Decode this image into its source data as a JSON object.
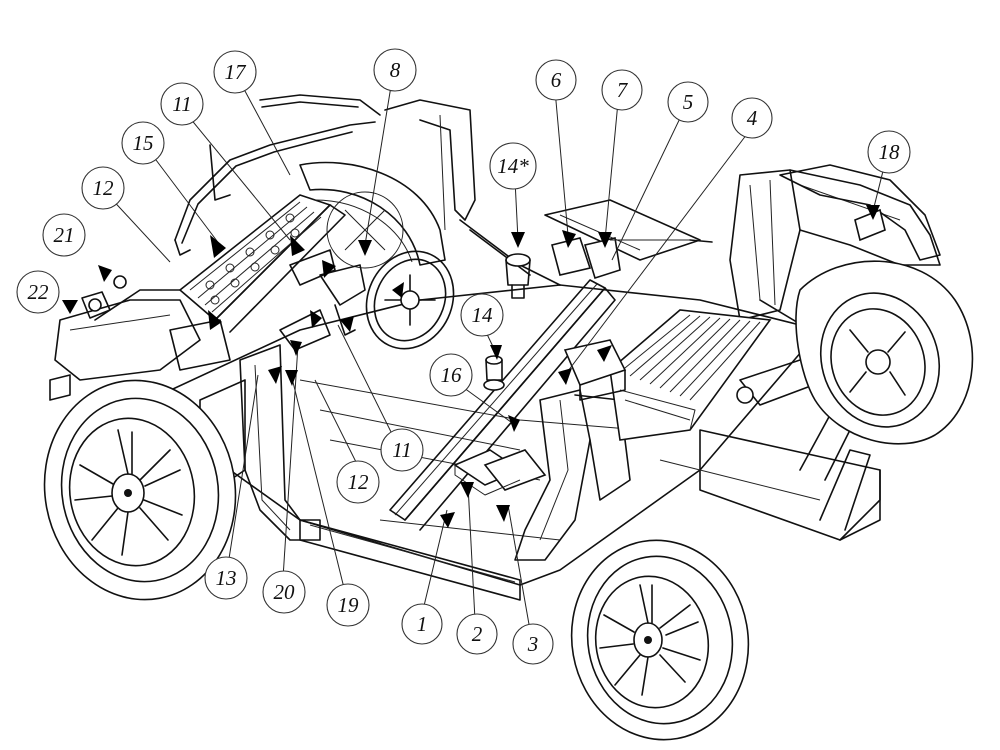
{
  "callouts": [
    {
      "id": "c1",
      "label": "1"
    },
    {
      "id": "c2",
      "label": "2"
    },
    {
      "id": "c3",
      "label": "3"
    },
    {
      "id": "c4",
      "label": "4"
    },
    {
      "id": "c5",
      "label": "5"
    },
    {
      "id": "c6",
      "label": "6"
    },
    {
      "id": "c7",
      "label": "7"
    },
    {
      "id": "c8",
      "label": "8"
    },
    {
      "id": "c11a",
      "label": "11"
    },
    {
      "id": "c11b",
      "label": "11"
    },
    {
      "id": "c12a",
      "label": "12"
    },
    {
      "id": "c12b",
      "label": "12"
    },
    {
      "id": "c13",
      "label": "13"
    },
    {
      "id": "c14",
      "label": "14"
    },
    {
      "id": "c14s",
      "label": "14*"
    },
    {
      "id": "c15",
      "label": "15"
    },
    {
      "id": "c16",
      "label": "16"
    },
    {
      "id": "c17",
      "label": "17"
    },
    {
      "id": "c18",
      "label": "18"
    },
    {
      "id": "c19",
      "label": "19"
    },
    {
      "id": "c20",
      "label": "20"
    },
    {
      "id": "c21",
      "label": "21"
    },
    {
      "id": "c22",
      "label": "22"
    }
  ]
}
